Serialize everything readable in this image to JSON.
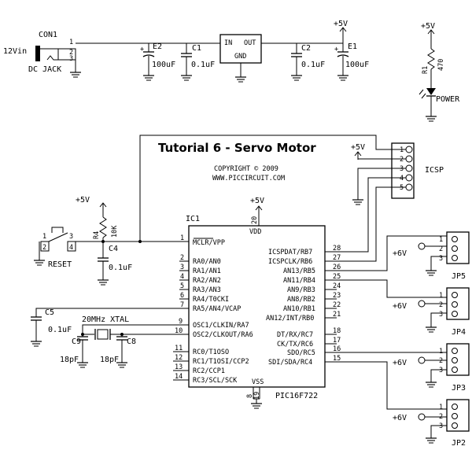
{
  "title": "Tutorial 6 - Servo Motor",
  "copyright": "COPYRIGHT © 2009",
  "website": "WWW.PICCIRCUIT.COM",
  "power": {
    "input_label": "12Vin",
    "connector_ref": "CON1",
    "connector_name": "DC JACK",
    "e2_ref": "E2",
    "e2_value": "100uF",
    "c1_ref": "C1",
    "c1_value": "0.1uF",
    "reg_in": "IN",
    "reg_out": "OUT",
    "reg_gnd": "GND",
    "c2_ref": "C2",
    "c2_value": "0.1uF",
    "e1_ref": "E1",
    "e1_value": "100uF",
    "rail": "+5V"
  },
  "power_led": {
    "rail": "+5V",
    "r1_ref": "R1",
    "r1_value": "470",
    "label": "POWER"
  },
  "icsp": {
    "label": "ICSP",
    "rail": "+5V",
    "pins": [
      "1",
      "2",
      "3",
      "4",
      "5"
    ]
  },
  "reset": {
    "rail": "+5V",
    "r4_ref": "R4",
    "r4_value": "10K",
    "c4_ref": "C4",
    "c4_value": "0.1uF",
    "label": "RESET",
    "sw_pins": [
      "1",
      "2",
      "3",
      "4"
    ]
  },
  "ic": {
    "ref": "IC1",
    "part": "PIC16F722",
    "vdd": "VDD",
    "vdd_pin": "20",
    "vss": "VSS",
    "vss_pins": [
      "8",
      "19"
    ],
    "rail": "+5V",
    "left_pins": [
      {
        "num": "1",
        "name": "MCLR/VPP"
      },
      {
        "num": "2",
        "name": "RA0/AN0"
      },
      {
        "num": "3",
        "name": "RA1/AN1"
      },
      {
        "num": "4",
        "name": "RA2/AN2"
      },
      {
        "num": "5",
        "name": "RA3/AN3"
      },
      {
        "num": "6",
        "name": "RA4/T0CKI"
      },
      {
        "num": "7",
        "name": "RA5/AN4/VCAP"
      },
      {
        "num": "9",
        "name": "OSC1/CLKIN/RA7"
      },
      {
        "num": "10",
        "name": "OSC2/CLKOUT/RA6"
      },
      {
        "num": "11",
        "name": "RC0/T1OSO"
      },
      {
        "num": "12",
        "name": "RC1/T1OSI/CCP2"
      },
      {
        "num": "13",
        "name": "RC2/CCP1"
      },
      {
        "num": "14",
        "name": "RC3/SCL/SCK"
      }
    ],
    "right_pins": [
      {
        "num": "28",
        "name": "ICSPDAT/RB7"
      },
      {
        "num": "27",
        "name": "ICSPCLK/RB6"
      },
      {
        "num": "26",
        "name": "AN13/RB5"
      },
      {
        "num": "25",
        "name": "AN11/RB4"
      },
      {
        "num": "24",
        "name": "AN9/RB3"
      },
      {
        "num": "23",
        "name": "AN8/RB2"
      },
      {
        "num": "22",
        "name": "AN10/RB1"
      },
      {
        "num": "21",
        "name": "AN12/INT/RB0"
      },
      {
        "num": "18",
        "name": "DT/RX/RC7"
      },
      {
        "num": "17",
        "name": "CK/TX/RC6"
      },
      {
        "num": "16",
        "name": "SDO/RC5"
      },
      {
        "num": "15",
        "name": "SDI/SDA/RC4"
      }
    ]
  },
  "oscillator": {
    "label": "20MHz XTAL",
    "c5_ref": "C5",
    "c5_value": "0.1uF",
    "c9_ref": "C9",
    "c9_value": "18pF",
    "c8_ref": "C8",
    "c8_value": "18pF"
  },
  "servo_connectors": [
    {
      "ref": "JP5",
      "supply": "+6V",
      "pins": [
        "1",
        "2",
        "3"
      ]
    },
    {
      "ref": "JP4",
      "supply": "+6V",
      "pins": [
        "1",
        "2",
        "3"
      ]
    },
    {
      "ref": "JP3",
      "supply": "+6V",
      "pins": [
        "1",
        "2",
        "3"
      ]
    },
    {
      "ref": "JP2",
      "supply": "+6V",
      "pins": [
        "1",
        "2",
        "3"
      ]
    }
  ]
}
